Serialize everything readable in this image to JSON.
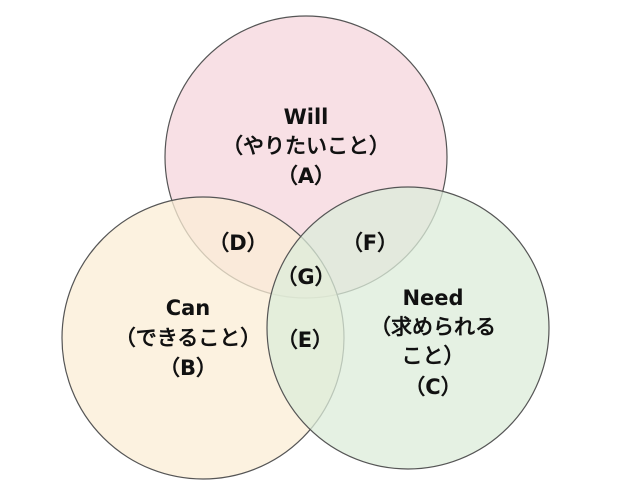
{
  "colors": {
    "will_fill": "#f6d6dc",
    "can_fill": "#fbeed6",
    "need_fill": "#dcecd9",
    "outline": "#555555",
    "text": "#111111"
  },
  "circles": {
    "will": {
      "line1": "Will",
      "line2": "（やりたいこと）",
      "line3": "（A）"
    },
    "can": {
      "line1": "Can",
      "line2": "（できること）",
      "line3": "（B）"
    },
    "need": {
      "line1": "Need",
      "line2": "（求められる",
      "line3": "こと）",
      "line4": "（C）"
    }
  },
  "overlaps": {
    "d": "（D）",
    "e": "（E）",
    "f": "（F）",
    "g": "（G）"
  }
}
